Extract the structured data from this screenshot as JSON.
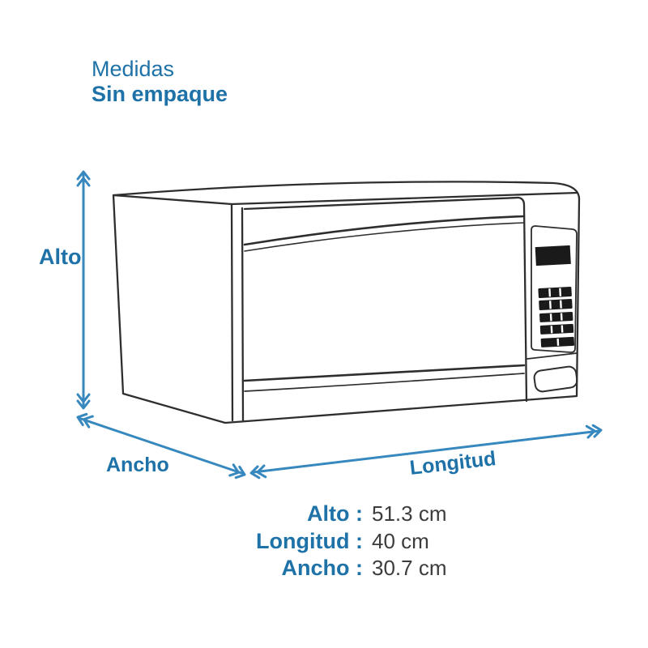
{
  "header": {
    "title": "Medidas",
    "subtitle": "Sin empaque"
  },
  "diagram": {
    "dimension_labels": {
      "height": "Alto",
      "depth": "Ancho",
      "length": "Longitud"
    },
    "icons": {
      "alto_arrow": "double-chevron-vertical-arrow",
      "ancho_arrow": "double-chevron-diagonal-arrow",
      "longitud_arrow": "double-chevron-horizontal-arrow",
      "illustration": "microwave-oven-line-drawing"
    }
  },
  "specs": {
    "rows": [
      {
        "label": "Alto :",
        "value": "51.3 cm"
      },
      {
        "label": "Longitud :",
        "value": "40 cm"
      },
      {
        "label": "Ancho :",
        "value": "30.7 cm"
      }
    ]
  },
  "colors": {
    "accent": "#1E72A8",
    "arrow": "#3688BE",
    "line": "#2E2E2E",
    "panel-dark": "#1A1A1A",
    "value-text": "#3C3C3C",
    "bg": "#FFFFFF"
  }
}
